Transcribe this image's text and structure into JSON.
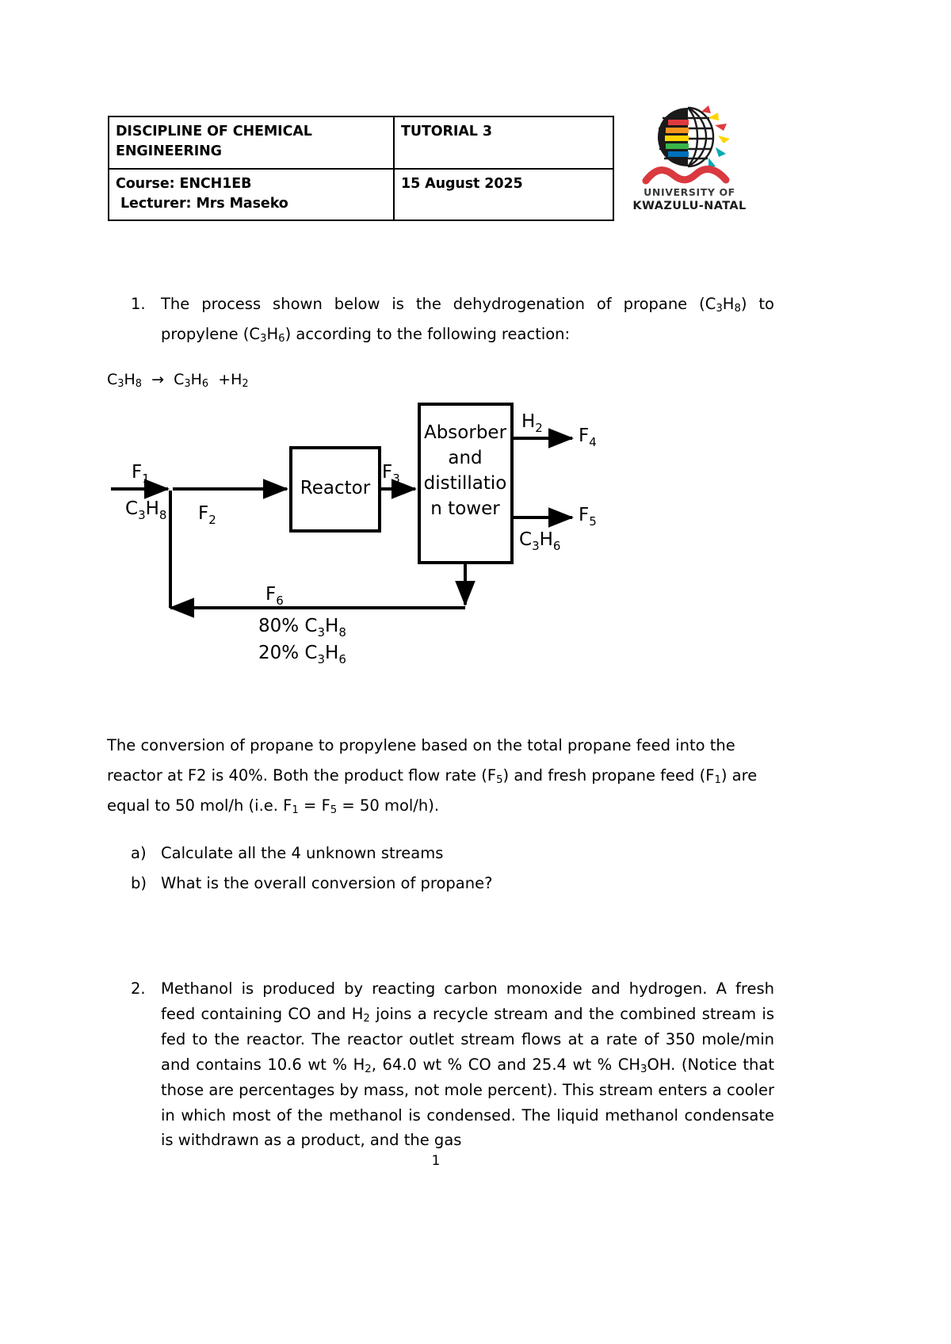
{
  "document": {
    "page_number": "1"
  },
  "header": {
    "discipline": "DISCIPLINE OF CHEMICAL ENGINEERING",
    "discipline_line1": "DISCIPLINE OF CHEMICAL",
    "discipline_line2": "ENGINEERING",
    "tutorial": "TUTORIAL 3",
    "course": "Course: ENCH1EB",
    "lecturer": "Lecturer: Mrs Maseko",
    "date": "15 August 2025"
  },
  "logo": {
    "name": "ukzn-logo",
    "line1": "UNIVERSITY OF",
    "line2": "KWAZULU-NATAL",
    "colors": {
      "globe": "#1a1a1a",
      "wave": "#d9393f",
      "bar_red": "#e03a3e",
      "bar_orange": "#f7941e",
      "bar_yellow": "#ffd400",
      "bar_green": "#39b54a",
      "bar_blue": "#0071bc",
      "ray_yellow": "#ffd400",
      "ray_red": "#e03a3e",
      "ray_cyan": "#00a9b7",
      "text": "#3a3a3a"
    }
  },
  "question1": {
    "number": "1.",
    "text_part1": "The process shown below is the dehydrogenation of propane (C",
    "text_sub1": "3",
    "text_part2": "H",
    "text_sub2": "8",
    "text_part3": ") to propylene (C",
    "text_sub3": "3",
    "text_part4": "H",
    "text_sub4": "6",
    "text_part5": ") according to the following reaction:",
    "full_text": "The process shown below is the dehydrogenation of propane (C3H8) to propylene (C3H6) according to the following reaction:",
    "reaction": "C3H8 → C3H6 +H2",
    "conversion_paragraph": "The conversion of propane to propylene based on the total propane feed into the reactor at F2 is 40%. Both the product flow rate (F5) and fresh propane feed (F1) are equal to 50 mol/h (i.e. F1 = F5 = 50 mol/h).",
    "sub_questions": [
      {
        "marker": "a)",
        "text": "Calculate all the 4  unknown streams"
      },
      {
        "marker": "b)",
        "text": "What is the overall conversion of propane?"
      }
    ]
  },
  "diagram": {
    "name": "process-flow-diagram",
    "reactor_label": "Reactor",
    "tower_lines": [
      "Absorber",
      "and",
      "distillatio",
      "n tower"
    ],
    "streams": {
      "f1": "F1",
      "f1_species": "C3H8",
      "f2": "F2",
      "f3": "F3",
      "f4": "F4",
      "f4_species": "H2",
      "f5": "F5",
      "f5_species": "C3H6",
      "f6": "F6",
      "f6_comp1": "80% C3H8",
      "f6_comp2": "20% C3H6"
    }
  },
  "question2": {
    "number": "2.",
    "text": "Methanol is produced by reacting carbon monoxide and hydrogen. A fresh feed containing CO and H2 joins a recycle stream and the combined stream is fed to the reactor. The reactor outlet stream flows at a rate of 350 mole/min and contains 10.6 wt % H2, 64.0 wt % CO and 25.4 wt % CH3OH. (Notice that those are percentages by mass, not mole percent). This stream enters a cooler in which most of the methanol is condensed. The liquid methanol condensate is withdrawn as a product, and the gas"
  }
}
